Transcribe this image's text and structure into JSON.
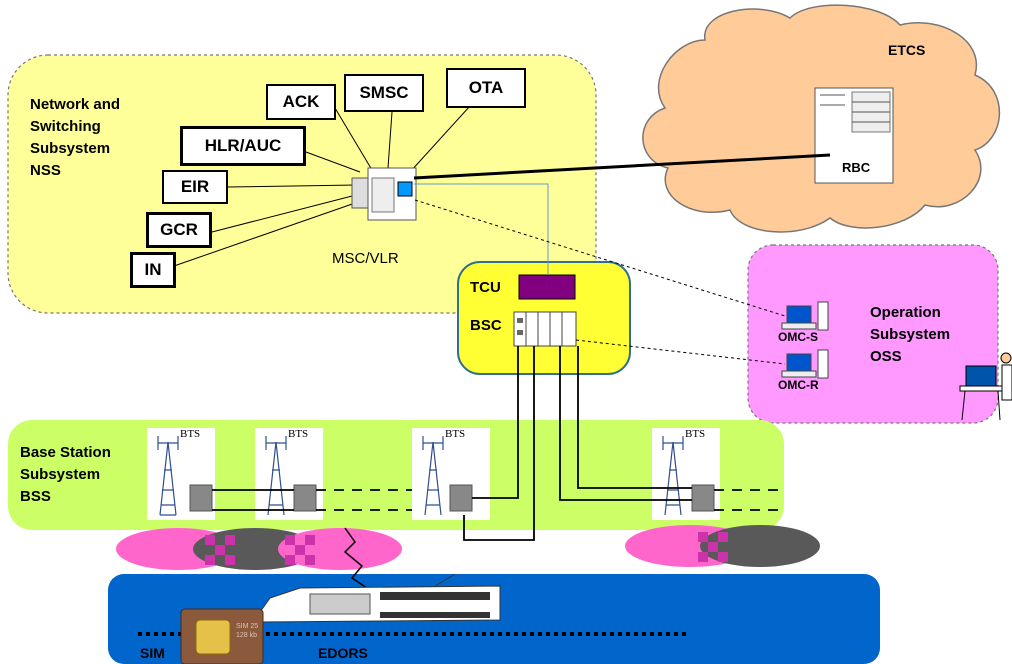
{
  "nss": {
    "label_lines": [
      "Network and",
      "Switching",
      "Subsystem",
      "NSS"
    ],
    "boxes": [
      "ACK",
      "SMSC",
      "OTA",
      "HLR/AUC",
      "EIR",
      "GCR",
      "IN"
    ],
    "msc_label": "MSC/VLR"
  },
  "etcs": {
    "label": "ETCS",
    "rbc_label": "RBC"
  },
  "bsc_region": {
    "tcu_label": "TCU",
    "bsc_label": "BSC"
  },
  "oss": {
    "label_lines": [
      "Operation",
      "Subsystem",
      "OSS"
    ],
    "omc_s": "OMC-S",
    "omc_r": "OMC-R"
  },
  "bss": {
    "label_lines": [
      "Base Station",
      "Subsystem",
      "BSS"
    ],
    "bts_label": "BTS"
  },
  "train_area": {
    "sim_label": "SIM",
    "edors_label": "EDORS",
    "sim_chip_text": [
      "SIM 25",
      "128 kb"
    ]
  },
  "colors": {
    "nss_fill": "#ffff99",
    "bsc_fill": "#ffff33",
    "oss_fill": "#ff99ff",
    "bss_fill": "#ccff66",
    "train_fill": "#0066cc",
    "cloud_fill": "#ffcc99",
    "tcu_fill": "#800080",
    "coverage_pink": "#ff66cc",
    "coverage_gray": "#595959"
  }
}
